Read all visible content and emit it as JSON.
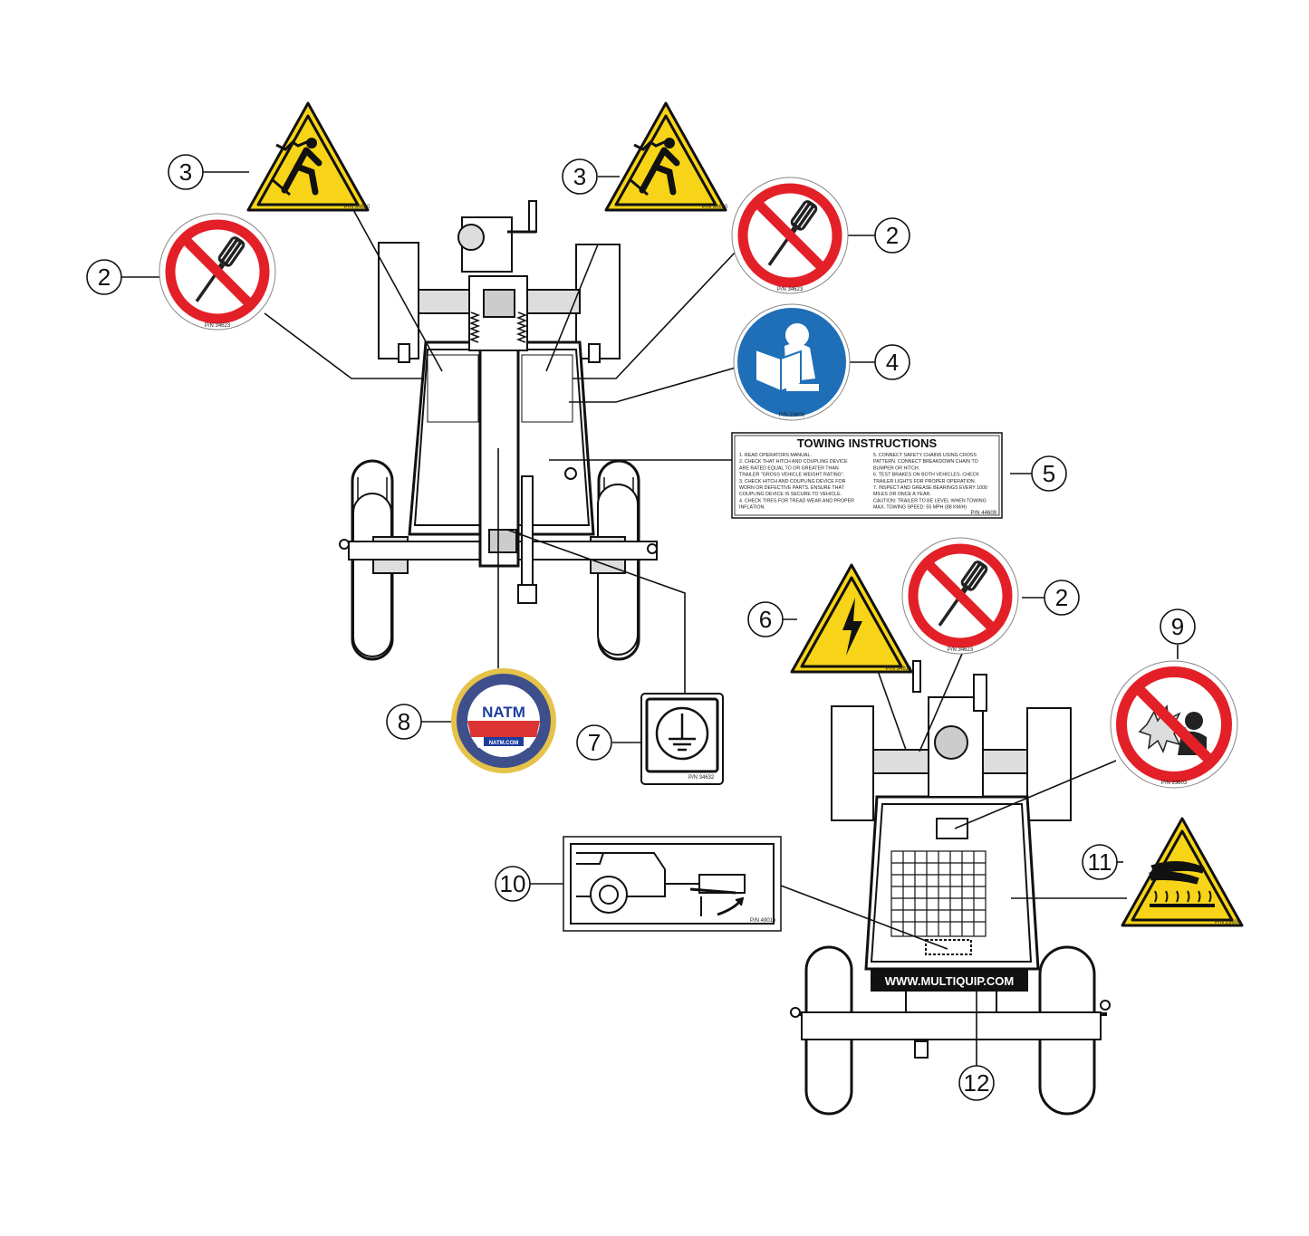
{
  "callouts": {
    "c3a": "3",
    "c3b": "3",
    "c2a": "2",
    "c2b": "2",
    "c2c": "2",
    "c4": "4",
    "c5": "5",
    "c6": "6",
    "c7": "7",
    "c8": "8",
    "c9": "9",
    "c10": "10",
    "c11": "11",
    "c12": "12"
  },
  "decals": {
    "pn_shock": "P/N 34620",
    "pn_no_tools": "P/N 34623",
    "pn_manual": "P/N 23606",
    "pn_ground": "P/N 34632",
    "pn_electric": "P/N 34616",
    "pn_explosion": "P/N 23603",
    "pn_hot": "P/N 23606",
    "pn_hitch": "P/N 49016",
    "pn_towing": "P/N 44609"
  },
  "towing": {
    "title": "TOWING INSTRUCTIONS",
    "left_lines": [
      "1.  READ OPERATORS MANUAL.",
      "2.  CHECK THAT HITCH AND COUPLING DEVICE",
      "     ARE RATED EQUAL TO OR GREATER THAN",
      "     TRAILER \"GROSS VEHICLE WEIGHT RATING\".",
      "3.  CHECK HITCH AND COUPLING DEVICE FOR",
      "     WORN OR DEFECTIVE PARTS. ENSURE THAT",
      "     COUPLING DEVICE IS SECURE TO VEHICLE.",
      "4.  CHECK TIRES FOR TREAD WEAR AND PROPER",
      "     INFLATION."
    ],
    "right_lines": [
      "5.  CONNECT SAFETY CHAINS USING CROSS",
      "     PATTERN. CONNECT BREAKDOWN CHAIN TO",
      "     BUMPER OR HITCH.",
      "6.  TEST BRAKES ON BOTH VEHICLES. CHECK",
      "     TRAILER LIGHTS FOR PROPER OPERATION.",
      "7.  INSPECT AND GREASE BEARINGS EVERY 1000",
      "     MILES OR ONCE A YEAR.",
      "CAUTION: TRAILER TO BE LEVEL WHEN TOWING",
      "                MAX. TOWING SPEED: 55 MPH (88 KM/H)"
    ]
  },
  "website": "WWW.MULTIQUIP.COM",
  "natm": {
    "main": "NATM",
    "sub": "NATM.COM"
  },
  "colors": {
    "warning_yellow": "#f7d417",
    "prohibition_red": "#e32027",
    "mandatory_blue": "#1f6fb8",
    "line": "#111111"
  }
}
